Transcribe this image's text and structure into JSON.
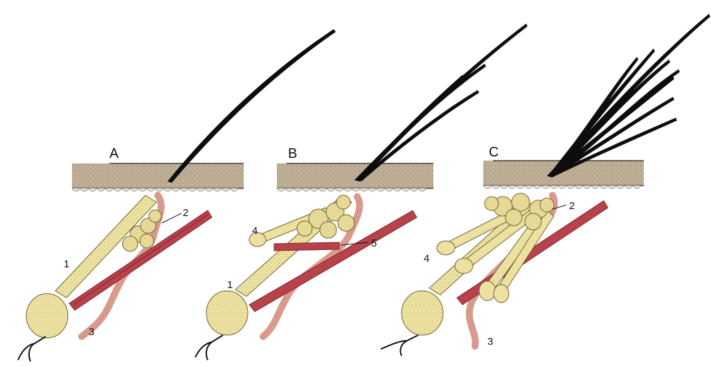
{
  "figure": {
    "panels": [
      {
        "letter": "A",
        "numbers": {
          "n1": "1",
          "n2": "2",
          "n3": "3"
        }
      },
      {
        "letter": "B",
        "numbers": {
          "n1": "1",
          "n4": "4",
          "n5": "5"
        }
      },
      {
        "letter": "C",
        "numbers": {
          "n2": "2",
          "n3": "3",
          "n4": "4"
        }
      }
    ],
    "colors": {
      "skin": "#bfae96",
      "skin_dots": "#6b5d4c",
      "dermis_edge": "#8f8273",
      "follicle": "#ece1a0",
      "gland": "#e6d995",
      "muscle": "#b8424a",
      "muscle_dark": "#7e1f28",
      "vessel": "#d99a8e",
      "hair": "#0d0d0d",
      "nerve": "#111111"
    }
  }
}
